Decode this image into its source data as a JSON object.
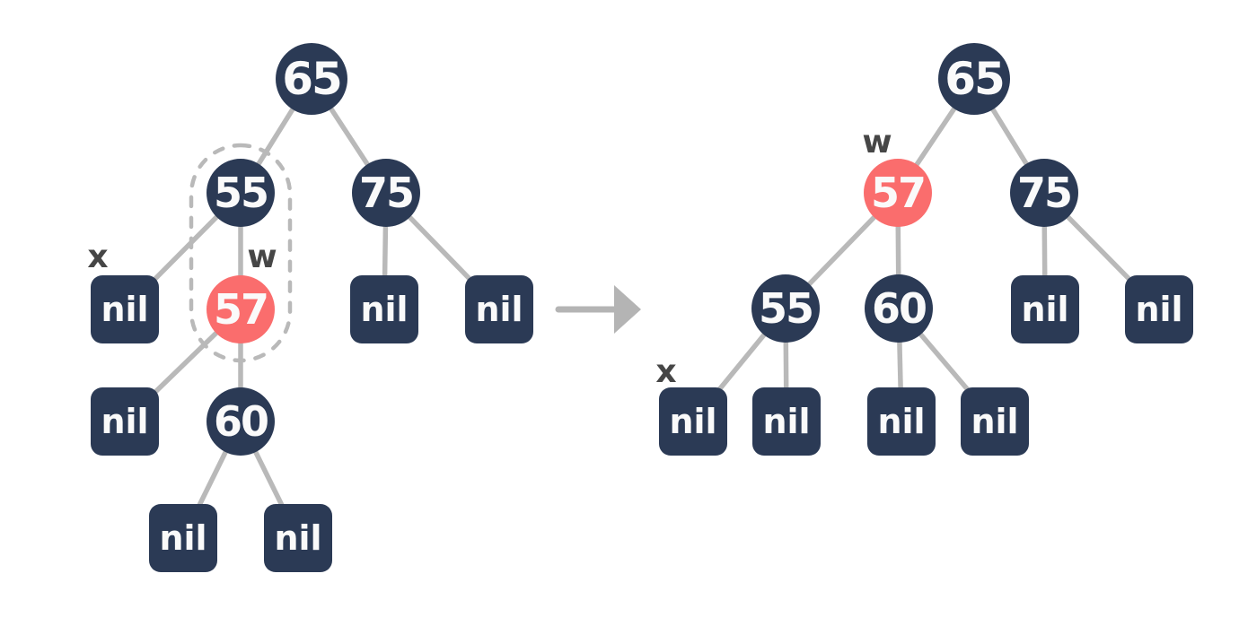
{
  "colors": {
    "background": "#ffffff",
    "node": "#2b3a55",
    "node_highlight": "#fa6d6d",
    "node_text": "#fafafa",
    "edge": "#b9b9b9",
    "annotation": "#464646",
    "arrow": "#b4b4b4",
    "dashed_outline": "#b9b9b9"
  },
  "left_tree": {
    "annotations": {
      "x": "x",
      "w": "w"
    },
    "nodes": [
      {
        "label": "65",
        "shape": "circle",
        "color": "dark"
      },
      {
        "label": "55",
        "shape": "circle",
        "color": "dark"
      },
      {
        "label": "75",
        "shape": "circle",
        "color": "dark"
      },
      {
        "label": "nil",
        "shape": "square",
        "color": "dark",
        "annotation": "x"
      },
      {
        "label": "57",
        "shape": "circle",
        "color": "highlight",
        "annotation": "w"
      },
      {
        "label": "nil",
        "shape": "square",
        "color": "dark"
      },
      {
        "label": "nil",
        "shape": "square",
        "color": "dark"
      },
      {
        "label": "nil",
        "shape": "square",
        "color": "dark"
      },
      {
        "label": "60",
        "shape": "circle",
        "color": "dark"
      },
      {
        "label": "nil",
        "shape": "square",
        "color": "dark"
      },
      {
        "label": "nil",
        "shape": "square",
        "color": "dark"
      }
    ],
    "highlight_group": [
      "55",
      "57"
    ]
  },
  "right_tree": {
    "annotations": {
      "x": "x",
      "w": "w"
    },
    "nodes": [
      {
        "label": "65",
        "shape": "circle",
        "color": "dark"
      },
      {
        "label": "57",
        "shape": "circle",
        "color": "highlight",
        "annotation": "w"
      },
      {
        "label": "75",
        "shape": "circle",
        "color": "dark"
      },
      {
        "label": "55",
        "shape": "circle",
        "color": "dark"
      },
      {
        "label": "60",
        "shape": "circle",
        "color": "dark"
      },
      {
        "label": "nil",
        "shape": "square",
        "color": "dark"
      },
      {
        "label": "nil",
        "shape": "square",
        "color": "dark"
      },
      {
        "label": "nil",
        "shape": "square",
        "color": "dark",
        "annotation": "x"
      },
      {
        "label": "nil",
        "shape": "square",
        "color": "dark"
      },
      {
        "label": "nil",
        "shape": "square",
        "color": "dark"
      },
      {
        "label": "nil",
        "shape": "square",
        "color": "dark"
      }
    ]
  },
  "arrow": {
    "direction": "right"
  }
}
